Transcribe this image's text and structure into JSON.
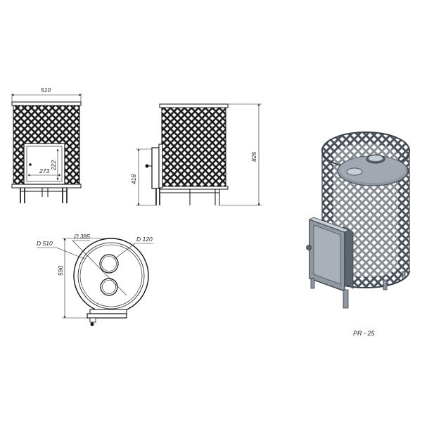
{
  "front_view": {
    "width_label": "510",
    "door_width_label": "273",
    "door_height_label": "222"
  },
  "side_view": {
    "height_label": "825",
    "door_level_label": "418"
  },
  "top_view": {
    "outer_diameter_label": "D 510",
    "inner_diameter_label": "∅ 385",
    "flue_diameter_label": "D 120",
    "depth_label": "590"
  },
  "model_label": "PR - 25",
  "colors": {
    "line": "#111111",
    "steel": "#8f97a1",
    "steel_dark": "#5d6570",
    "steel_light": "#c8ced6",
    "mesh_fill": "#1a1a1a"
  }
}
